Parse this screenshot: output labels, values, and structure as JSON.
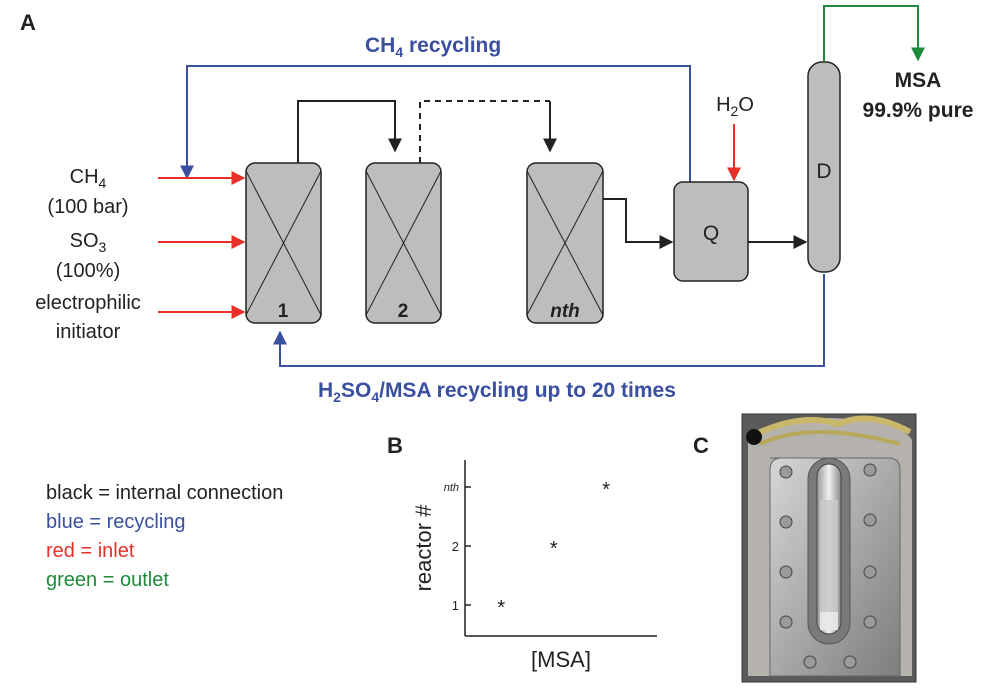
{
  "panels": {
    "a": "A",
    "b": "B",
    "c": "C"
  },
  "diagram": {
    "ch4_recycling": {
      "prefix": "CH",
      "sub": "4",
      "suffix": " recycling"
    },
    "bottom_recycling": {
      "p1": "H",
      "s1": "2",
      "p2": "SO",
      "s2": "4",
      "p3": "/MSA recycling up to 20 times"
    },
    "inlets": {
      "ch4": {
        "prefix": "CH",
        "sub": "4",
        "line2": "(100 bar)"
      },
      "so3": {
        "prefix": "SO",
        "sub": "3",
        "line2": "(100%)"
      },
      "initiator": {
        "line1": "electrophilic",
        "line2": "initiator"
      }
    },
    "reactors": [
      "1",
      "2",
      "nth"
    ],
    "quench_label": "Q",
    "water": {
      "p1": "H",
      "sub": "2",
      "p2": "O"
    },
    "distillation_label": "D",
    "product": {
      "line1": "MSA",
      "line2": "99.9% pure"
    }
  },
  "legend": [
    {
      "text": "black = internal connection",
      "color": "#222222"
    },
    {
      "text": "blue = recycling",
      "color": "#3a4fa0"
    },
    {
      "text": "red = inlet",
      "color": "#e8302a"
    },
    {
      "text": "green = outlet",
      "color": "#1e8a3c"
    }
  ],
  "colors": {
    "internal": "#222222",
    "recycling": "#3a4fa0",
    "inlet": "#e8302a",
    "outlet": "#1e8a3c",
    "vessel_fill": "#bdbdbd"
  },
  "chart_data": {
    "type": "scatter",
    "xlabel": "[MSA]",
    "ylabel": "reactor #",
    "yticks": [
      "1",
      "2",
      "nth"
    ],
    "points": [
      {
        "x": 1,
        "y": "1"
      },
      {
        "x": 2,
        "y": "2"
      },
      {
        "x": 3,
        "y": "nth"
      }
    ],
    "marker": "*"
  },
  "photo": {
    "description_icon": "reactor-photo"
  }
}
